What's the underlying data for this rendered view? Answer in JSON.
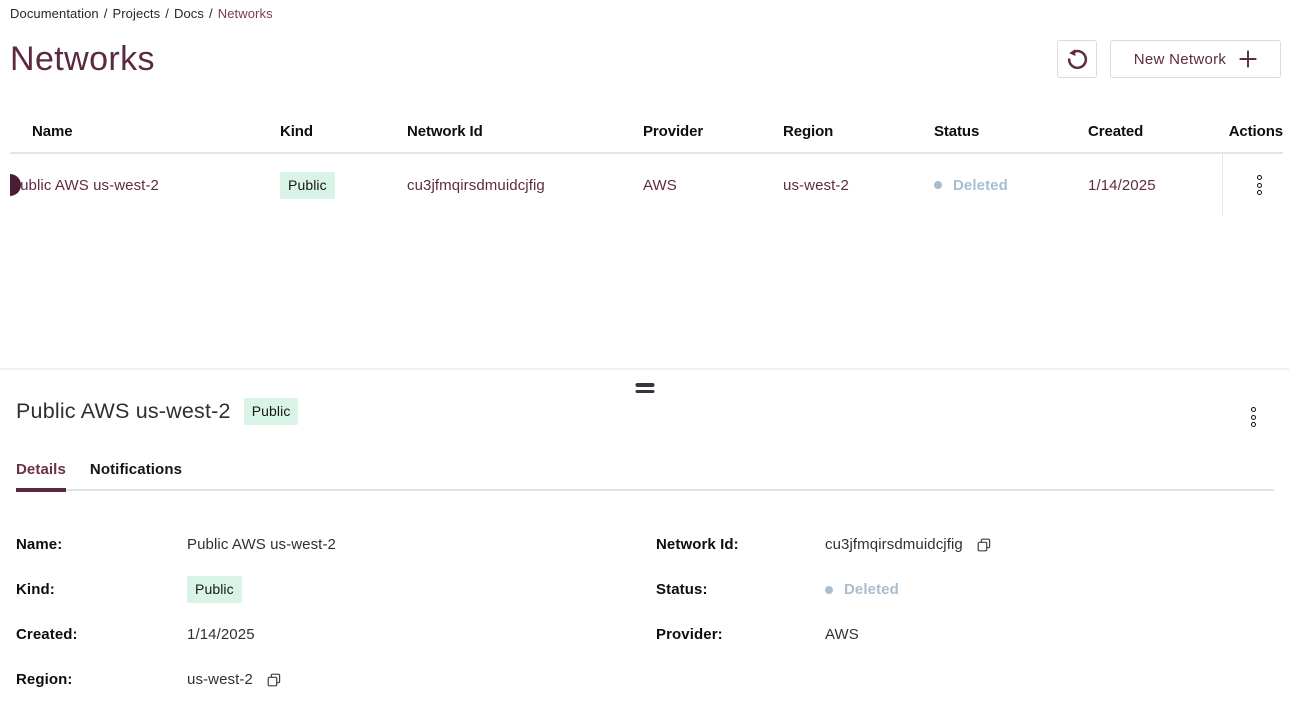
{
  "breadcrumb": {
    "items": [
      "Documentation",
      "Projects",
      "Docs"
    ],
    "current": "Networks",
    "separator": "/"
  },
  "page_title": "Networks",
  "toolbar": {
    "new_network_label": "New Network",
    "refresh_icon": "rotate-ccw-icon",
    "plus_icon": "plus-icon"
  },
  "table": {
    "columns": [
      "Name",
      "Kind",
      "Network Id",
      "Provider",
      "Region",
      "Status",
      "Created",
      "Actions"
    ],
    "rows": [
      {
        "name": "Public AWS us-west-2",
        "kind": "Public",
        "network_id": "cu3jfmqirsdmuidcjfig",
        "provider": "AWS",
        "region": "us-west-2",
        "status": "Deleted",
        "created": "1/14/2025"
      }
    ]
  },
  "drawer": {
    "title": "Public AWS us-west-2",
    "badge": "Public",
    "tabs": [
      {
        "label": "Details",
        "active": true
      },
      {
        "label": "Notifications",
        "active": false
      }
    ],
    "details": {
      "name_label": "Name:",
      "name_value": "Public AWS us-west-2",
      "network_id_label": "Network Id:",
      "network_id_value": "cu3jfmqirsdmuidcjfig",
      "kind_label": "Kind:",
      "kind_value": "Public",
      "status_label": "Status:",
      "status_value": "Deleted",
      "created_label": "Created:",
      "created_value": "1/14/2025",
      "provider_label": "Provider:",
      "provider_value": "AWS",
      "region_label": "Region:",
      "region_value": "us-west-2"
    }
  },
  "icons": {
    "refresh": "rotate-ccw-icon",
    "plus": "plus-icon",
    "kebab": "kebab-vertical-icon",
    "copy": "copy-icon",
    "status_dot": "dot-icon",
    "drag_handle": "drag-handle"
  },
  "colors": {
    "accent_maroon": "#5e2b41",
    "title_maroon": "#5c2a40",
    "breadcrumb_current": "#7d3a55",
    "row_indicator": "#4a1f33",
    "badge_bg": "#d9f3e7",
    "badge_text": "#17181c",
    "status_deleted": "#a9bdd0",
    "border_light": "#e4e8ee",
    "tab_active_bar": "#5a2740"
  }
}
